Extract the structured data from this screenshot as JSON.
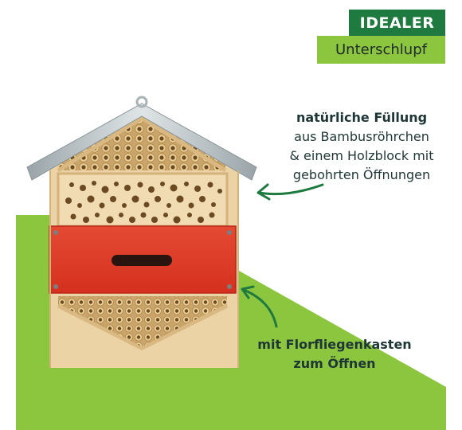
{
  "badge": {
    "line1": "IDEALER",
    "line2": "Unterschlupf"
  },
  "caption_top": {
    "title": "natürliche Füllung",
    "lines": [
      "aus Bambusröhrchen",
      "& einem Holzblock mit",
      "gebohrten Öffnungen"
    ]
  },
  "caption_bottom": {
    "lines": [
      "mit Florfliegenkasten",
      "zum Öffnen"
    ]
  },
  "image": {
    "subject": "insect-hotel"
  },
  "colors": {
    "dark_green": "#1e7a3f",
    "light_green": "#8cc63f",
    "text": "#1f3636",
    "wood": "#e6c99a",
    "red_box": "#e03a2a",
    "roof": "#b9c2c6"
  }
}
